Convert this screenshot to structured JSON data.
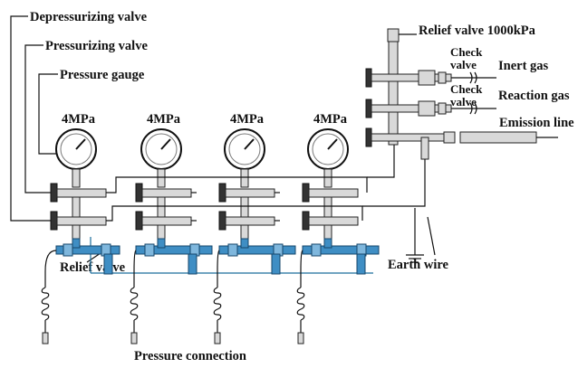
{
  "labels": {
    "depressurizing_valve": "Depressurizing valve",
    "pressurizing_valve": "Pressurizing valve",
    "pressure_gauge": "Pressure gauge",
    "gauge_rating": "4MPa",
    "relief_valve_top": "Relief valve 1000kPa",
    "check_valve_line1": "Check",
    "check_valve_line2": "valve",
    "inert_gas": "Inert gas",
    "reaction_gas": "Reaction gas",
    "emission_line": "Emission line",
    "relief_valve": "Relief valve",
    "earth_wire": "Earth wire",
    "pressure_connection": "Pressure connection"
  },
  "colors": {
    "line": "#111111",
    "fitting_gray": "#d9d9d9",
    "fitting_blue": "#3f8ec4",
    "handle_dark": "#333333"
  }
}
